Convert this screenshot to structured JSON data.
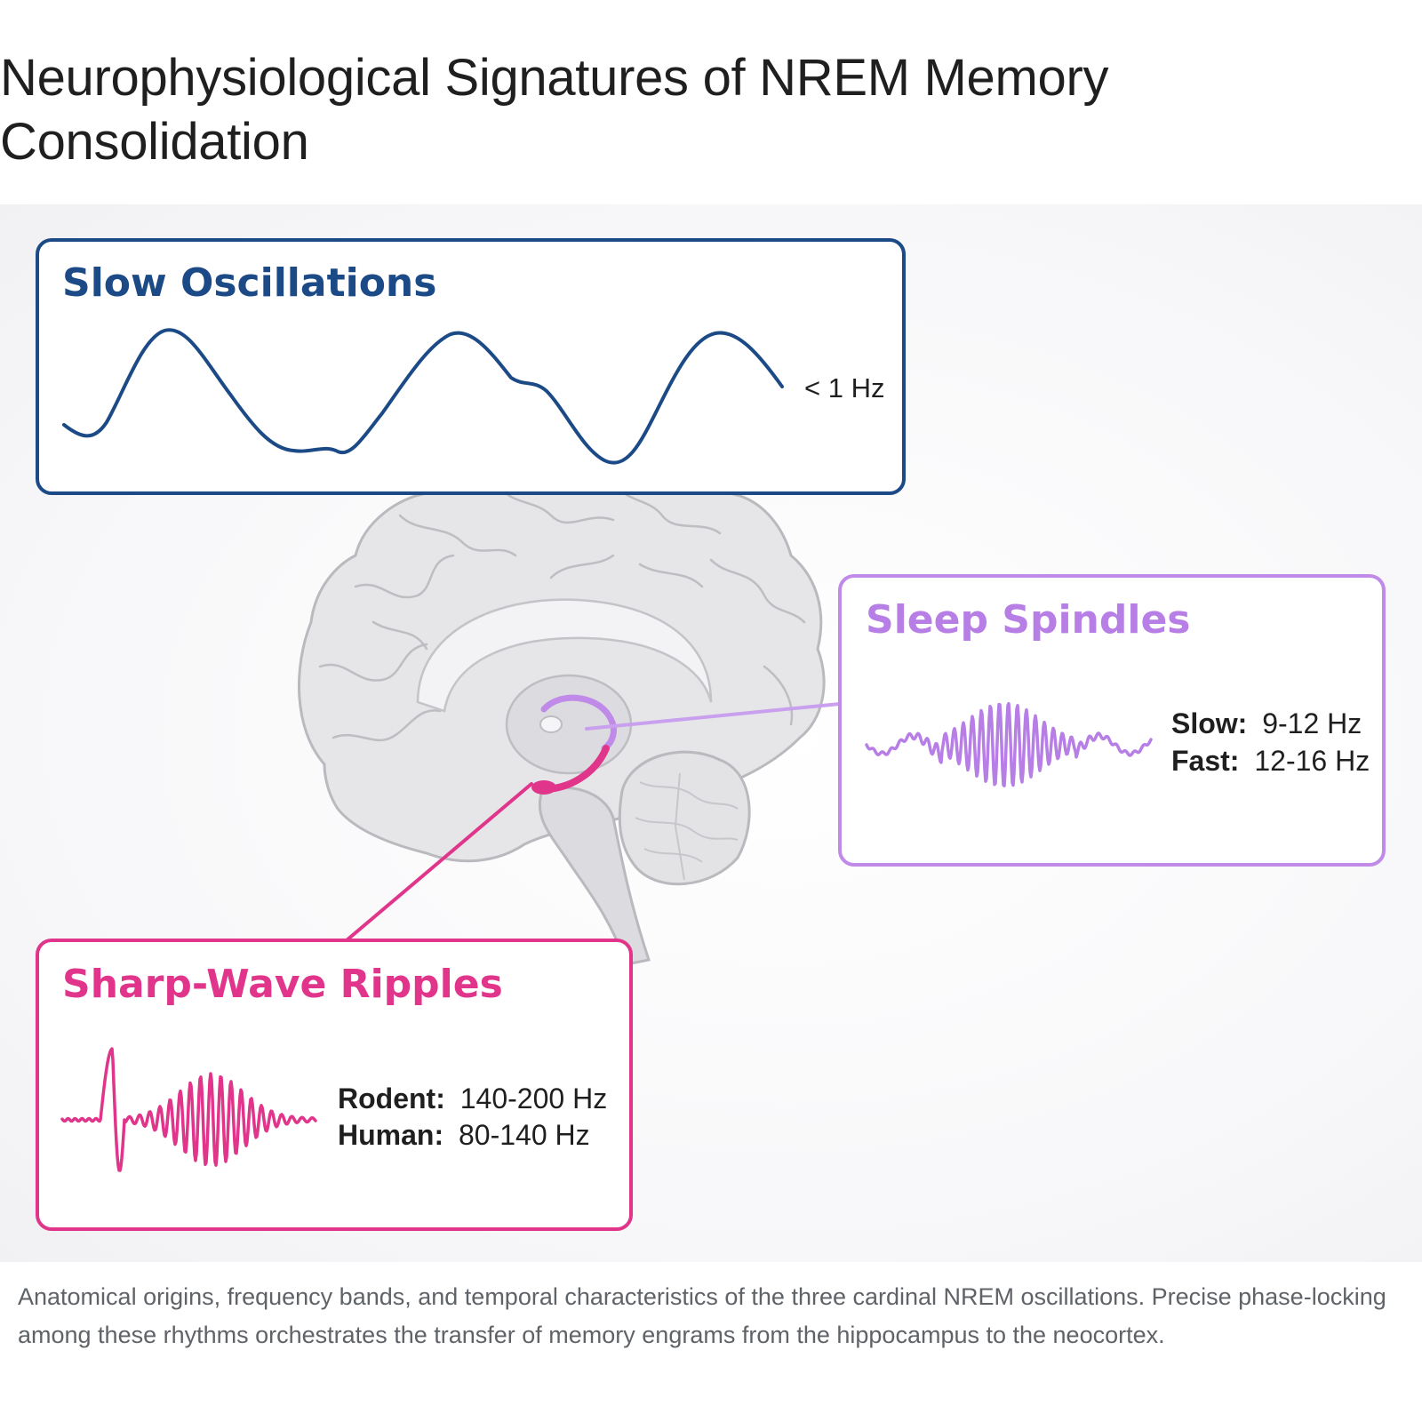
{
  "title": "Neurophysiological Signatures of NREM Memory Consolidation",
  "caption": "Anatomical origins, frequency bands, and temporal characteristics of the three cardinal NREM oscillations. Precise phase-locking among these rhythms orchestrates the transfer of memory engrams from the hippocampus to the neocortex.",
  "diagram": {
    "slow_oscillations": {
      "title": "Slow Oscillations",
      "frequency": "< 1 Hz",
      "color": "#1b4a86"
    },
    "sleep_spindles": {
      "title": "Sleep Spindles",
      "color": "#b77fe6",
      "bands": [
        {
          "label": "Slow:",
          "value": "9-12 Hz"
        },
        {
          "label": "Fast:",
          "value": "12-16 Hz"
        }
      ]
    },
    "sharp_wave_ripples": {
      "title": "Sharp-Wave Ripples",
      "color": "#e0358a",
      "bands": [
        {
          "label": "Rodent:",
          "value": "140-200 Hz"
        },
        {
          "label": "Human:",
          "value": "80-140 Hz"
        }
      ]
    }
  }
}
